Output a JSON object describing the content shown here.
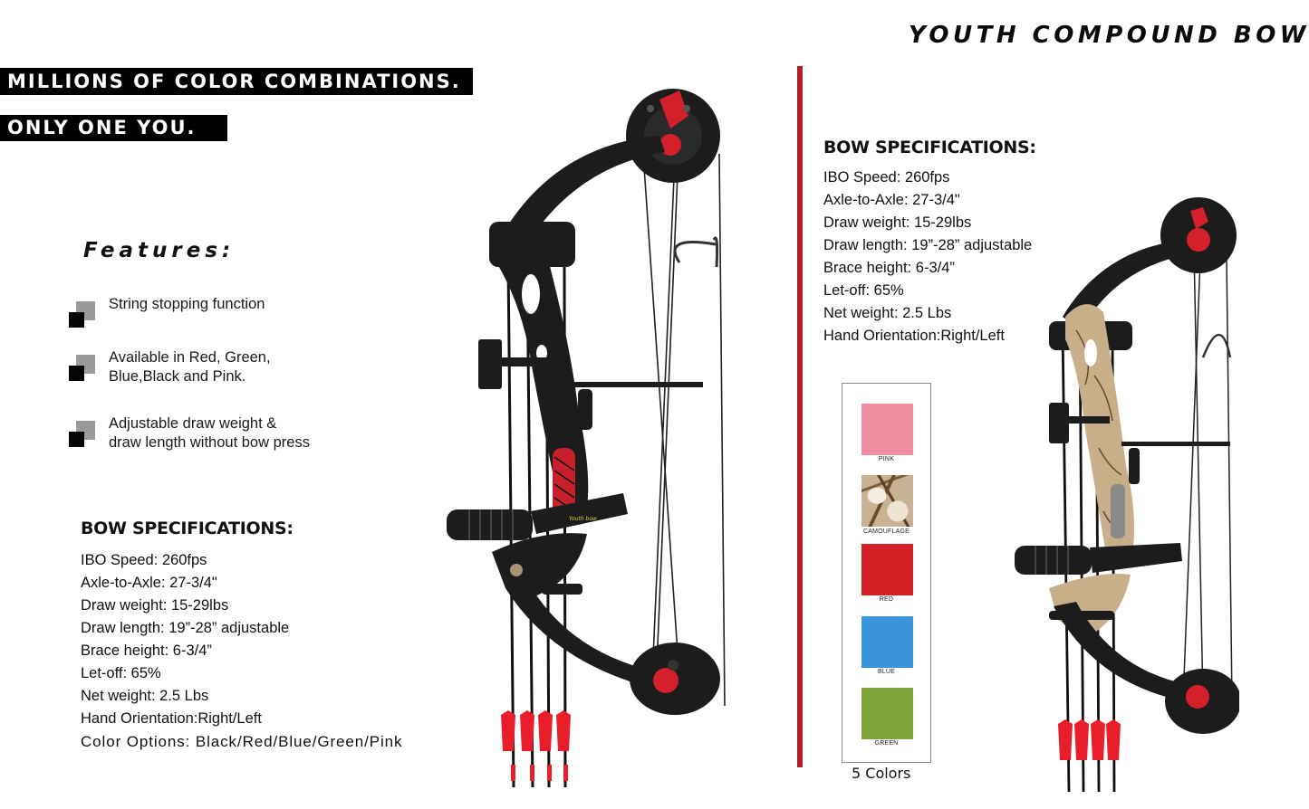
{
  "header": {
    "title": "YOUTH COMPOUND BOW",
    "banner_line1": "MILLIONS OF COLOR COMBINATIONS.",
    "banner_line2": "ONLY ONE YOU."
  },
  "features": {
    "title": "Features:",
    "items": [
      {
        "label": "String stopping function"
      },
      {
        "label": "Available in Red, Green,\nBlue,Black and Pink."
      },
      {
        "label": "Adjustable draw weight &\ndraw length without bow press"
      }
    ]
  },
  "specs_left": {
    "title": "BOW SPECIFICATIONS:",
    "items": [
      "IBO Speed: 260fps",
      "Axle-to-Axle: 27-3/4\"",
      "Draw weight: 15-29lbs",
      "Draw length: 19”-28” adjustable",
      "Brace height: 6-3/4”",
      "Let-off: 65%",
      "Net weight: 2.5 Lbs",
      "Hand Orientation:Right/Left",
      "Color Options: Black/Red/Blue/Green/Pink"
    ]
  },
  "specs_right": {
    "title": "BOW SPECIFICATIONS:",
    "items": [
      "IBO Speed: 260fps",
      "Axle-to-Axle: 27-3/4\"",
      "Draw weight: 15-29lbs",
      "Draw length: 19”-28” adjustable",
      "Brace height: 6-3/4”",
      "Let-off: 65%",
      "Net weight: 2.5 Lbs",
      "Hand Orientation:Right/Left"
    ]
  },
  "color_options": {
    "count_label": "5 Colors",
    "swatches": [
      {
        "label": "PINK",
        "color": "#f08ca0"
      },
      {
        "label": "CAMOUFLAGE",
        "color": "#c9b293"
      },
      {
        "label": "RED",
        "color": "#d42024"
      },
      {
        "label": "BLUE",
        "color": "#3a94dc"
      },
      {
        "label": "GREEN",
        "color": "#7ea43a"
      }
    ]
  },
  "colors": {
    "divider": "#b3202a",
    "banner_bg": "#000000",
    "bow_black": "#1c1c1c",
    "bow_camo": "#c9ae8a",
    "cam_accent": "#d4202a",
    "fletching": "#e81f2a"
  },
  "images": {
    "left_bow": "black-compound-bow",
    "right_bow": "camouflage-compound-bow"
  }
}
